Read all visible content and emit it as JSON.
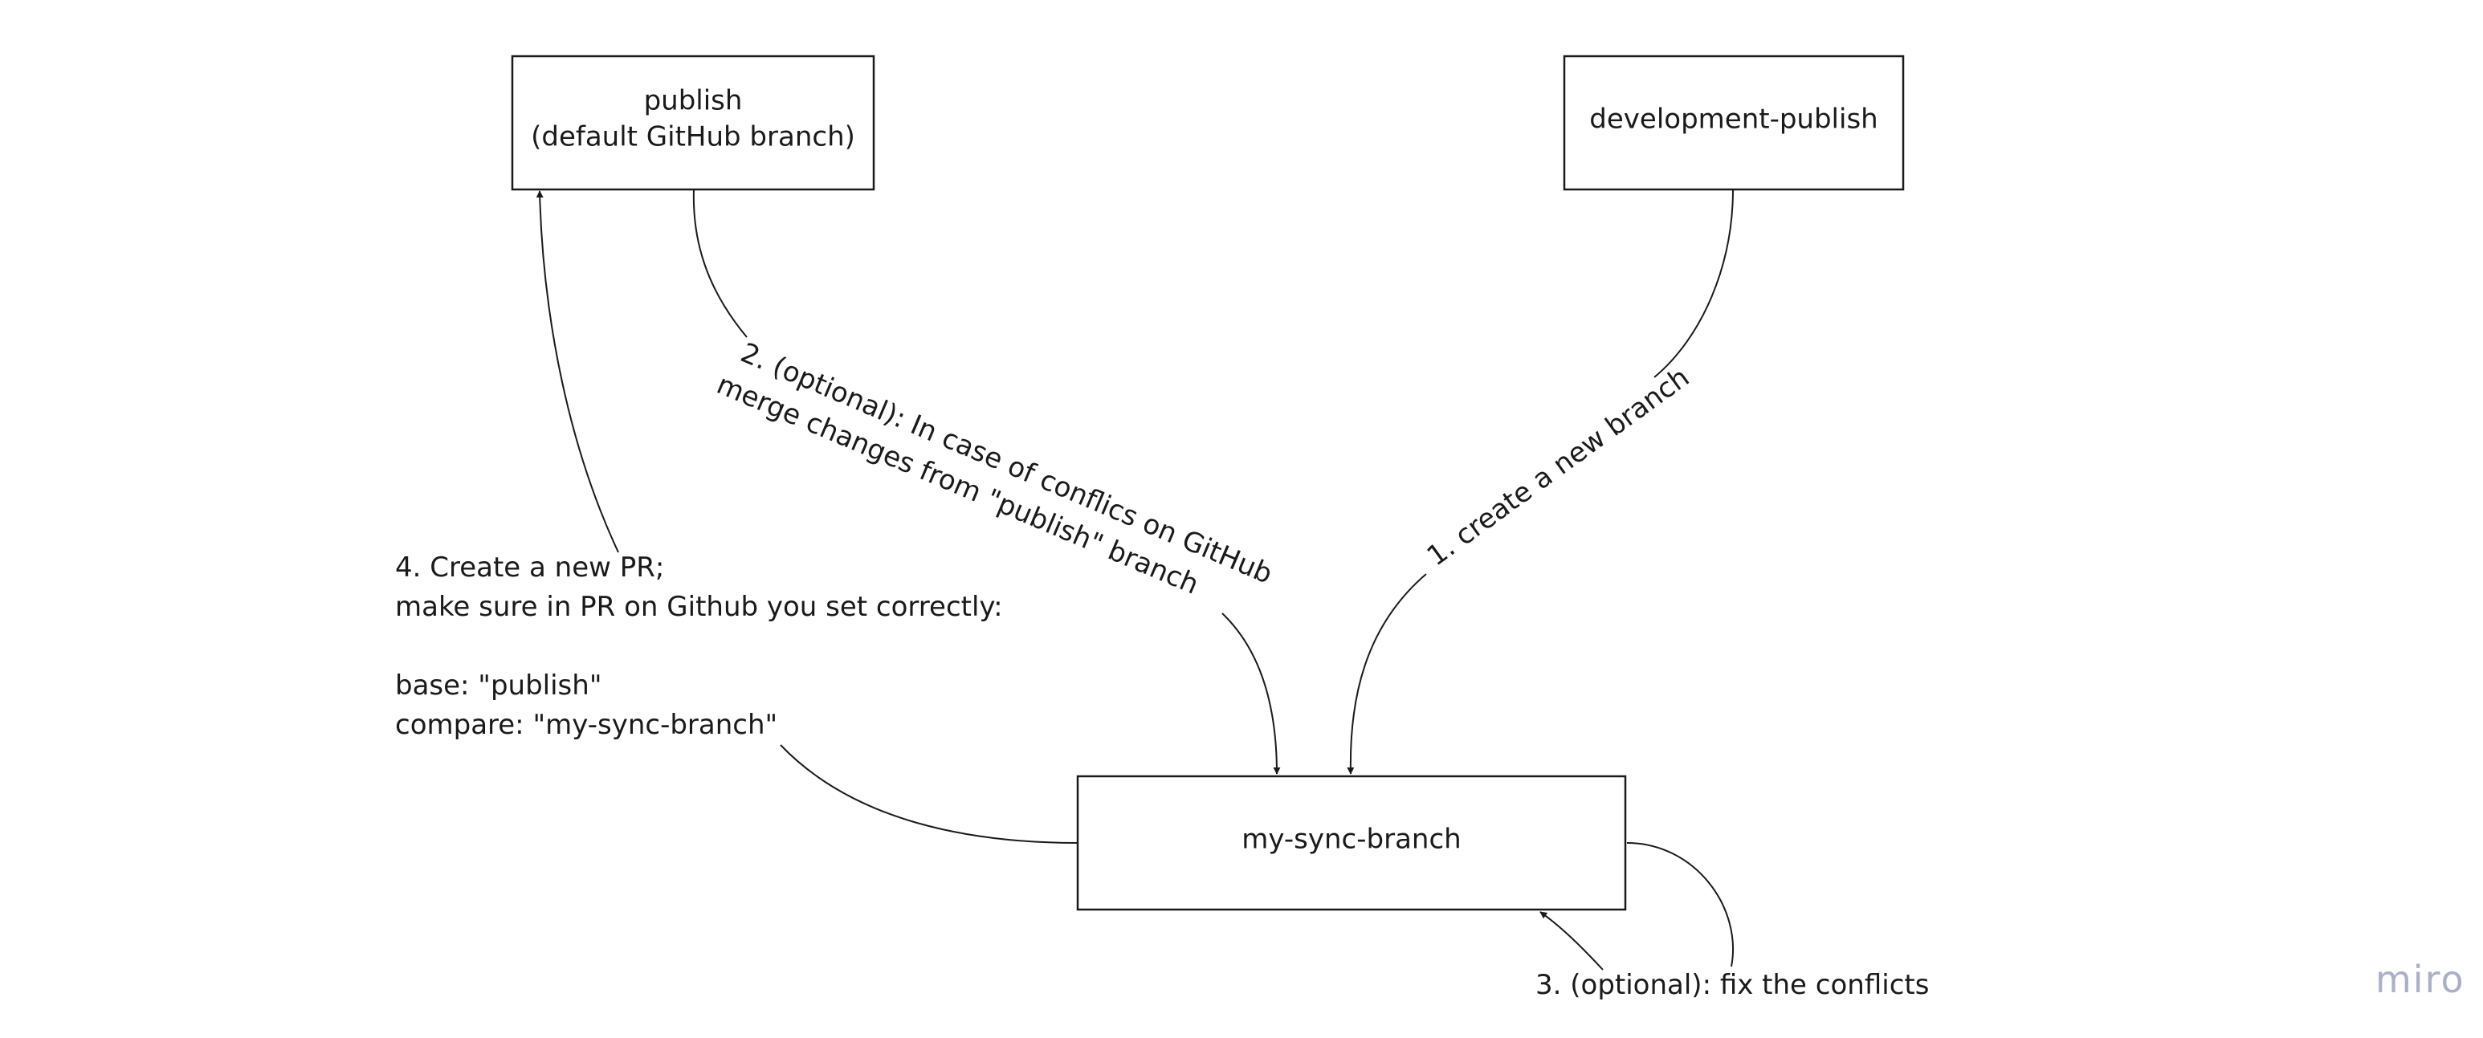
{
  "nodes": {
    "publish": {
      "line1": "publish",
      "line2": "(default GitHub branch)"
    },
    "development_publish": {
      "label": "development-publish"
    },
    "my_sync_branch": {
      "label": "my-sync-branch"
    }
  },
  "edges": {
    "step1": {
      "label": "1. create a new branch"
    },
    "step2": {
      "line1": "2. (optional): In case of conflics on GitHub",
      "line2": "merge changes from \"publish\" branch"
    },
    "step3": {
      "label": "3. (optional): fix the conflicts"
    },
    "step4": {
      "lines": [
        "4. Create a new PR;",
        "make sure in PR on Github you set correctly:",
        "",
        "base: \"publish\"",
        "compare: \"my-sync-branch\""
      ]
    }
  },
  "watermark": {
    "text": "miro"
  }
}
